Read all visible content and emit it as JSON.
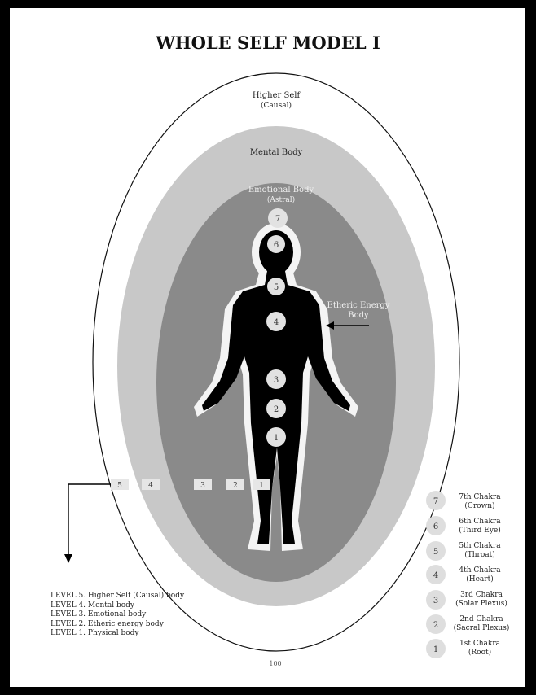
{
  "title": "WHOLE SELF MODEL I",
  "labels": {
    "higher_self": "Higher Self",
    "higher_self_sub": "(Causal)",
    "mental_body": "Mental Body",
    "emotional_body": "Emotional Body",
    "emotional_body_sub": "(Astral)",
    "etheric_line1": "Etheric Energy",
    "etheric_line2": "Body"
  },
  "body_chakra_numbers": [
    "7",
    "6",
    "5",
    "4",
    "3",
    "2",
    "1"
  ],
  "level_markers": [
    "5",
    "4",
    "3",
    "2",
    "1"
  ],
  "levels": [
    "LEVEL 5.  Higher Self (Causal) body",
    "LEVEL 4.  Mental body",
    "LEVEL 3.  Emotional body",
    "LEVEL 2.  Etheric energy body",
    "LEVEL 1.  Physical body"
  ],
  "chakras": [
    {
      "num": "7",
      "name": "7th Chakra",
      "sub": "(Crown)"
    },
    {
      "num": "6",
      "name": "6th Chakra",
      "sub": "(Third Eye)"
    },
    {
      "num": "5",
      "name": "5th Chakra",
      "sub": "(Throat)"
    },
    {
      "num": "4",
      "name": "4th Chakra",
      "sub": "(Heart)"
    },
    {
      "num": "3",
      "name": "3rd Chakra",
      "sub": "(Solar Plexus)"
    },
    {
      "num": "2",
      "name": "2nd Chakra",
      "sub": "(Sacral Plexus)"
    },
    {
      "num": "1",
      "name": "1st Chakra",
      "sub": "(Root)"
    }
  ],
  "page_number": "100",
  "colors": {
    "outer_field": "#ffffff",
    "mental_field": "#c8c8c8",
    "emotional_field": "#8a8a8a",
    "physical_body": "#000000",
    "chakra_fill": "#e2e2e2"
  }
}
